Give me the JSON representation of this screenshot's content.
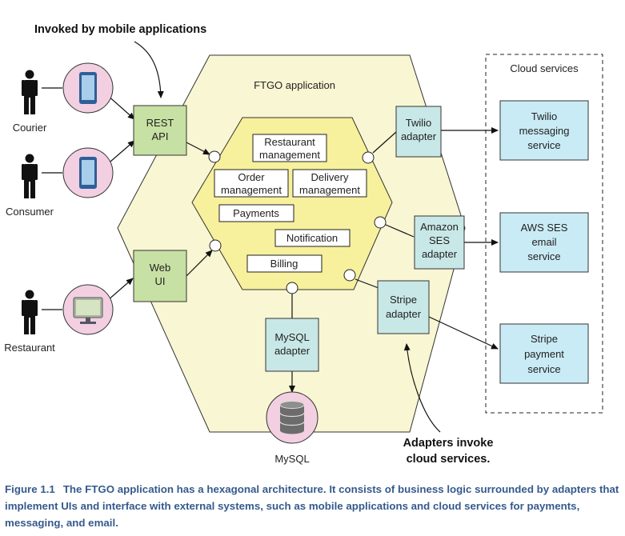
{
  "annotations": {
    "top": "Invoked by mobile applications",
    "bottom_line1": "Adapters invoke",
    "bottom_line2": "cloud services."
  },
  "hexagon": {
    "outer_title": "FTGO application"
  },
  "business_logic": {
    "restaurant": [
      "Restaurant",
      "management"
    ],
    "order": [
      "Order",
      "management"
    ],
    "delivery": [
      "Delivery",
      "management"
    ],
    "payments": "Payments",
    "notification": "Notification",
    "billing": "Billing"
  },
  "actors": {
    "courier": "Courier",
    "consumer": "Consumer",
    "restaurant": "Restaurant"
  },
  "inbound_adapters": {
    "rest_api": [
      "REST",
      "API"
    ],
    "web_ui": [
      "Web",
      "UI"
    ]
  },
  "outbound_adapters": {
    "twilio": [
      "Twilio",
      "adapter"
    ],
    "ses": [
      "Amazon",
      "SES",
      "adapter"
    ],
    "stripe": [
      "Stripe",
      "adapter"
    ],
    "mysql": [
      "MySQL",
      "adapter"
    ]
  },
  "database": {
    "label": "MySQL"
  },
  "cloud": {
    "title": "Cloud services",
    "twilio": [
      "Twilio",
      "messaging",
      "service"
    ],
    "ses": [
      "AWS SES",
      "email",
      "service"
    ],
    "stripe": [
      "Stripe",
      "payment",
      "service"
    ]
  },
  "caption": {
    "figure": "Figure 1.1",
    "text": "The FTGO application has a hexagonal architecture. It consists of business logic surrounded by adapters that implement UIs and interface with external systems, such as mobile applications and cloud services for payments, messaging, and email."
  },
  "colors": {
    "outer_hex": "#f9f6d3",
    "inner_hex": "#f7f09c",
    "adapter_green": "#c7e0a3",
    "adapter_teal": "#c8e8e7",
    "cloud_box": "#c9ebf5",
    "device_pink": "#f2cfe1",
    "caption": "#355a8c"
  }
}
